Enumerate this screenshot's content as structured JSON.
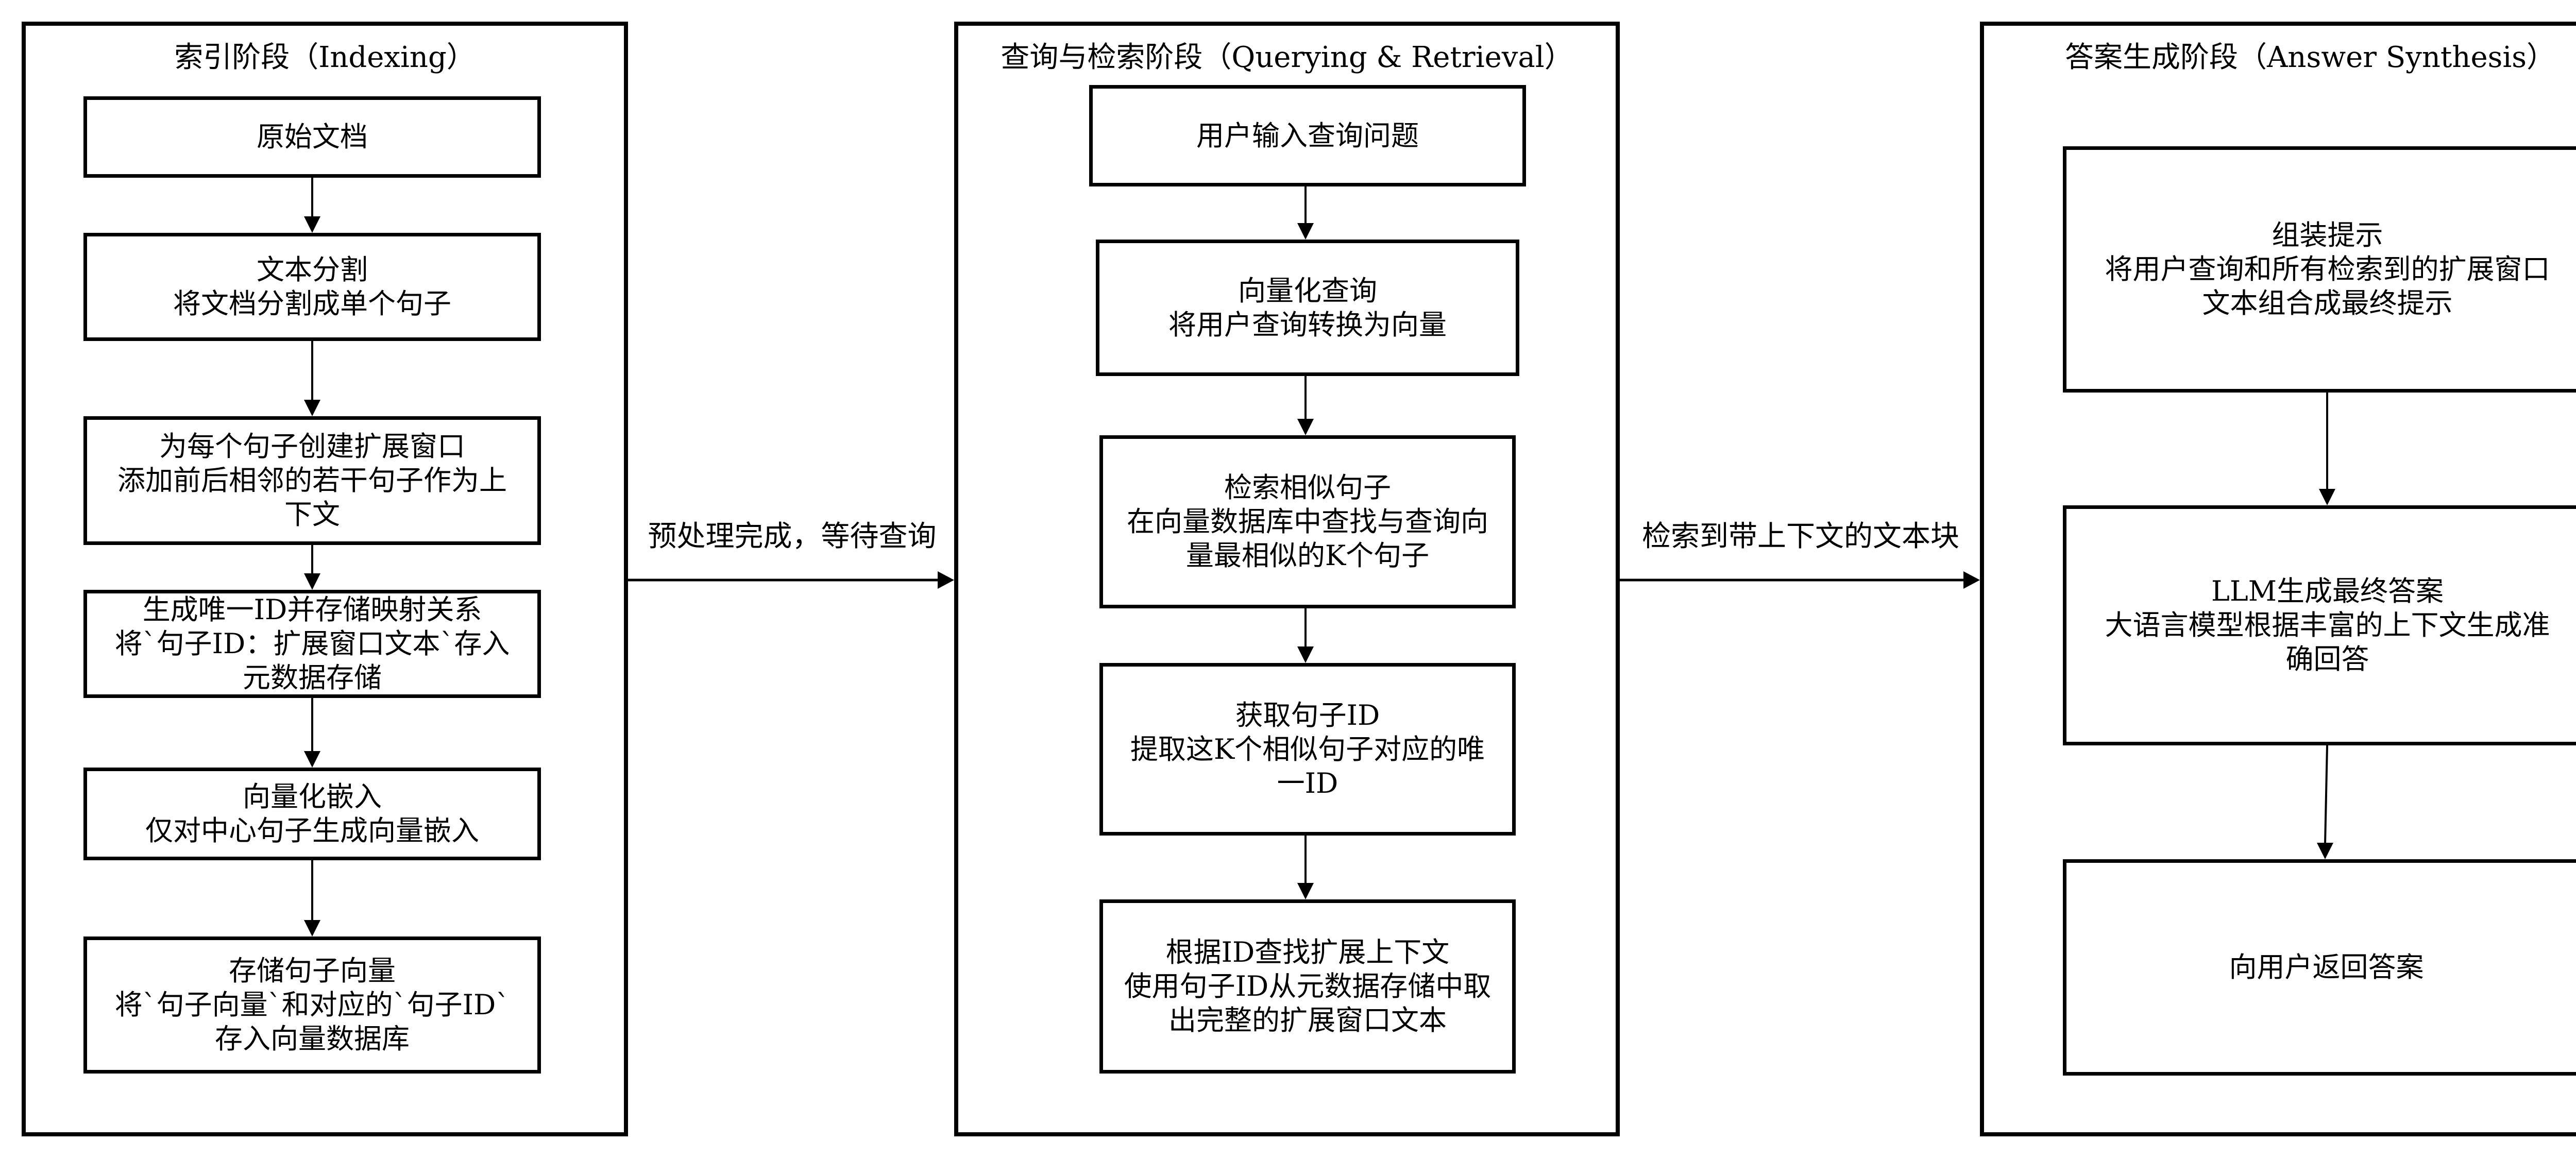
{
  "diagram": {
    "type": "flowchart",
    "colors": {
      "stroke": "#000000",
      "background": "#ffffff",
      "text": "#000000"
    },
    "panels": [
      {
        "id": "indexing",
        "title": "索引阶段（Indexing）",
        "nodes": [
          {
            "id": "raw-docs",
            "lines": [
              "原始文档"
            ]
          },
          {
            "id": "text-split",
            "lines": [
              "文本分割",
              "将文档分割成单个句子"
            ]
          },
          {
            "id": "create-window",
            "lines": [
              "为每个句子创建扩展窗口",
              "添加前后相邻的若干句子作为上",
              "下文"
            ]
          },
          {
            "id": "gen-id",
            "lines": [
              "生成唯一ID并存储映射关系",
              "将`句子ID：扩展窗口文本`存入",
              "元数据存储"
            ]
          },
          {
            "id": "embed",
            "lines": [
              "向量化嵌入",
              "仅对中心句子生成向量嵌入"
            ]
          },
          {
            "id": "store-vectors",
            "lines": [
              "存储句子向量",
              "将`句子向量`和对应的`句子ID`",
              "存入向量数据库"
            ]
          }
        ]
      },
      {
        "id": "querying",
        "title": "查询与检索阶段（Querying & Retrieval）",
        "nodes": [
          {
            "id": "user-query",
            "lines": [
              "用户输入查询问题"
            ]
          },
          {
            "id": "vectorize-query",
            "lines": [
              "向量化查询",
              "将用户查询转换为向量"
            ]
          },
          {
            "id": "retrieve-similar",
            "lines": [
              "检索相似句子",
              "在向量数据库中查找与查询向",
              "量最相似的K个句子"
            ]
          },
          {
            "id": "get-ids",
            "lines": [
              "获取句子ID",
              "提取这K个相似句子对应的唯",
              "一ID"
            ]
          },
          {
            "id": "lookup-context",
            "lines": [
              "根据ID查找扩展上下文",
              "使用句子ID从元数据存储中取",
              "出完整的扩展窗口文本"
            ]
          }
        ]
      },
      {
        "id": "synthesis",
        "title": "答案生成阶段（Answer Synthesis）",
        "nodes": [
          {
            "id": "assemble-prompt",
            "lines": [
              "组装提示",
              "将用户查询和所有检索到的扩展窗口",
              "文本组合成最终提示"
            ]
          },
          {
            "id": "llm-generate",
            "lines": [
              "LLM生成最终答案",
              "大语言模型根据丰富的上下文生成准",
              "确回答"
            ]
          },
          {
            "id": "return-answer",
            "lines": [
              "向用户返回答案"
            ]
          }
        ]
      }
    ],
    "edges": [
      {
        "from": "raw-docs",
        "to": "text-split",
        "label": ""
      },
      {
        "from": "text-split",
        "to": "create-window",
        "label": ""
      },
      {
        "from": "create-window",
        "to": "gen-id",
        "label": ""
      },
      {
        "from": "gen-id",
        "to": "embed",
        "label": ""
      },
      {
        "from": "embed",
        "to": "store-vectors",
        "label": ""
      },
      {
        "from": "indexing",
        "to": "querying",
        "label": "预处理完成，等待查询"
      },
      {
        "from": "user-query",
        "to": "vectorize-query",
        "label": ""
      },
      {
        "from": "vectorize-query",
        "to": "retrieve-similar",
        "label": ""
      },
      {
        "from": "retrieve-similar",
        "to": "get-ids",
        "label": ""
      },
      {
        "from": "get-ids",
        "to": "lookup-context",
        "label": ""
      },
      {
        "from": "querying",
        "to": "synthesis",
        "label": "检索到带上下文的文本块"
      },
      {
        "from": "assemble-prompt",
        "to": "llm-generate",
        "label": ""
      },
      {
        "from": "llm-generate",
        "to": "return-answer",
        "label": ""
      }
    ]
  }
}
